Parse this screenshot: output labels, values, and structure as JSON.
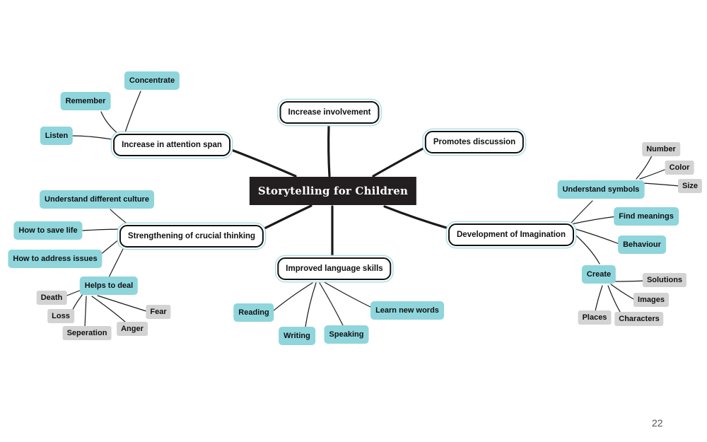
{
  "center": "Storytelling for Children",
  "branches": {
    "attention": {
      "label": "Increase in attention span",
      "leaves": [
        "Concentrate",
        "Remember",
        "Listen"
      ]
    },
    "involvement": {
      "label": "Increase involvement"
    },
    "discussion": {
      "label": "Promotes discussion"
    },
    "critical": {
      "label": "Strengthening of crucial thinking",
      "leaves": [
        "Understand different culture",
        "How to save life",
        "How to address issues",
        "Helps to deal"
      ],
      "deal_items": [
        "Death",
        "Loss",
        "Seperation",
        "Anger",
        "Fear"
      ]
    },
    "language": {
      "label": "Improved language skills",
      "leaves": [
        "Reading",
        "Writing",
        "Speaking",
        "Learn new words"
      ]
    },
    "imagination": {
      "label": "Development of Imagination",
      "leaves": [
        "Understand symbols",
        "Find meanings",
        "Behaviour",
        "Create"
      ],
      "symbol_items": [
        "Number",
        "Color",
        "Size"
      ],
      "create_items": [
        "Solutions",
        "Images",
        "Characters",
        "Places"
      ]
    }
  },
  "page_number": "22"
}
